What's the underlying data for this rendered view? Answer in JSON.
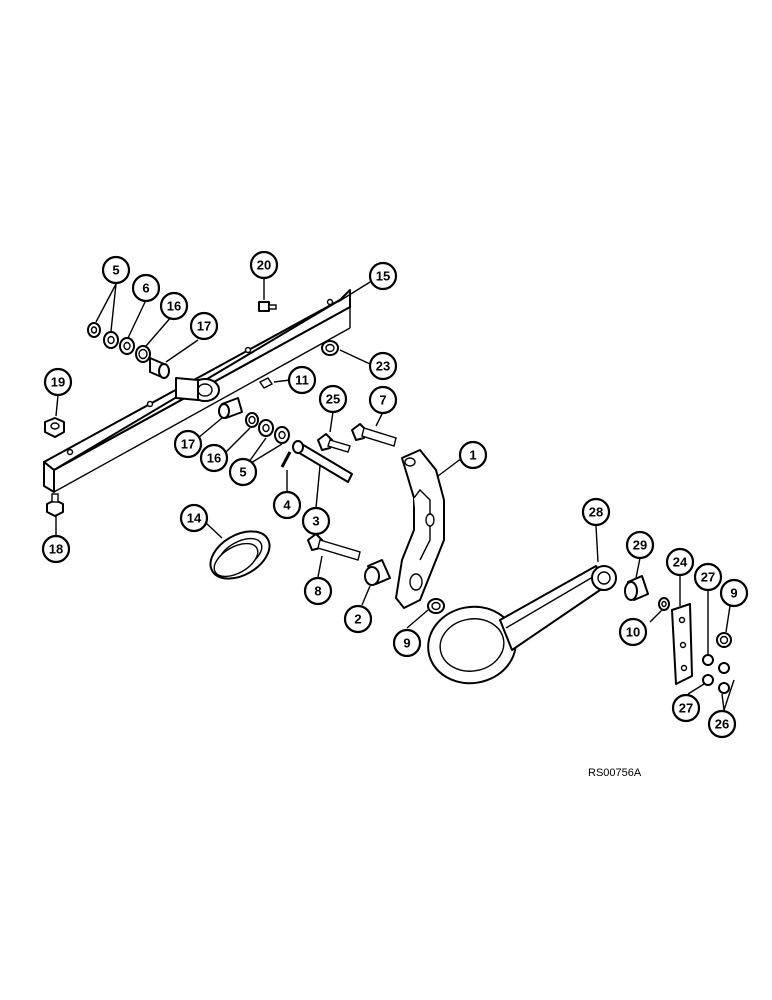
{
  "drawing": {
    "reference_code": "RS00756A"
  },
  "callouts": [
    {
      "id": "c5a",
      "label": "5"
    },
    {
      "id": "c6",
      "label": "6"
    },
    {
      "id": "c16a",
      "label": "16"
    },
    {
      "id": "c17a",
      "label": "17"
    },
    {
      "id": "c20",
      "label": "20"
    },
    {
      "id": "c15",
      "label": "15"
    },
    {
      "id": "c23",
      "label": "23"
    },
    {
      "id": "c19",
      "label": "19"
    },
    {
      "id": "c11",
      "label": "11"
    },
    {
      "id": "c25",
      "label": "25"
    },
    {
      "id": "c7",
      "label": "7"
    },
    {
      "id": "c17b",
      "label": "17"
    },
    {
      "id": "c16b",
      "label": "16"
    },
    {
      "id": "c5b",
      "label": "5"
    },
    {
      "id": "c1",
      "label": "1"
    },
    {
      "id": "c4",
      "label": "4"
    },
    {
      "id": "c3",
      "label": "3"
    },
    {
      "id": "c18",
      "label": "18"
    },
    {
      "id": "c14",
      "label": "14"
    },
    {
      "id": "c28",
      "label": "28"
    },
    {
      "id": "c29",
      "label": "29"
    },
    {
      "id": "c24",
      "label": "24"
    },
    {
      "id": "c27a",
      "label": "27"
    },
    {
      "id": "c9a",
      "label": "9"
    },
    {
      "id": "c8",
      "label": "8"
    },
    {
      "id": "c2",
      "label": "2"
    },
    {
      "id": "c9b",
      "label": "9"
    },
    {
      "id": "c10",
      "label": "10"
    },
    {
      "id": "c27b",
      "label": "27"
    },
    {
      "id": "c26",
      "label": "26"
    }
  ]
}
